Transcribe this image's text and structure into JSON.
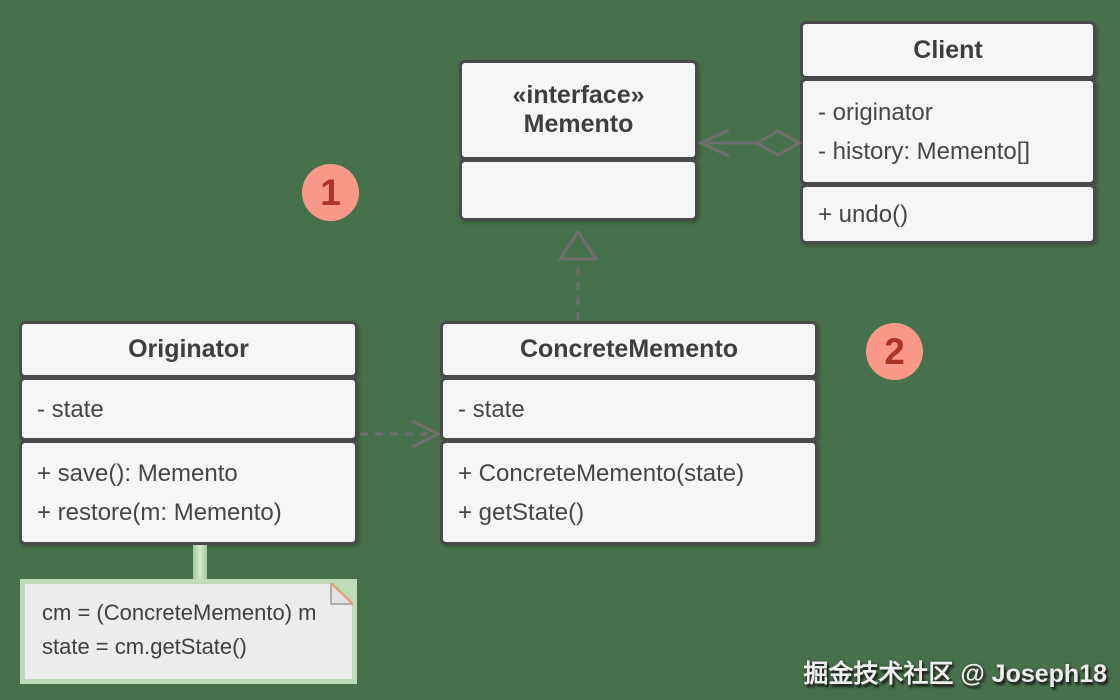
{
  "colors": {
    "background": "#47714a",
    "box_fill": "#f6f6f6",
    "box_border": "#4a4a4a",
    "text": "#464646",
    "arrow": "#6e6e6e",
    "badge_fill": "#fa998a",
    "badge_text": "#ae3526",
    "note_fill": "#ececec",
    "note_border": "#bedcb8",
    "note_fold_line": "#e2a37b"
  },
  "classes": {
    "memento": {
      "stereotype": "«interface»",
      "name": "Memento",
      "attributes": [],
      "methods": []
    },
    "client": {
      "name": "Client",
      "attributes": [
        "- originator",
        "- history: Memento[]"
      ],
      "methods": [
        "+ undo()"
      ]
    },
    "originator": {
      "name": "Originator",
      "attributes": [
        "- state"
      ],
      "methods": [
        "+ save(): Memento",
        "+ restore(m: Memento)"
      ]
    },
    "concrete_memento": {
      "name": "ConcreteMemento",
      "attributes": [
        "- state"
      ],
      "methods": [
        "+ ConcreteMemento(state)",
        "+ getState()"
      ]
    }
  },
  "relationships": [
    {
      "type": "aggregation",
      "from": "Client",
      "to": "Memento"
    },
    {
      "type": "realization",
      "from": "ConcreteMemento",
      "to": "Memento"
    },
    {
      "type": "dependency",
      "from": "Originator",
      "to": "ConcreteMemento"
    }
  ],
  "note": {
    "lines": [
      "cm = (ConcreteMemento) m",
      "state = cm.getState()"
    ]
  },
  "badges": {
    "badge1": "1",
    "badge2": "2"
  },
  "watermark": "掘金技术社区 @ Joseph18"
}
